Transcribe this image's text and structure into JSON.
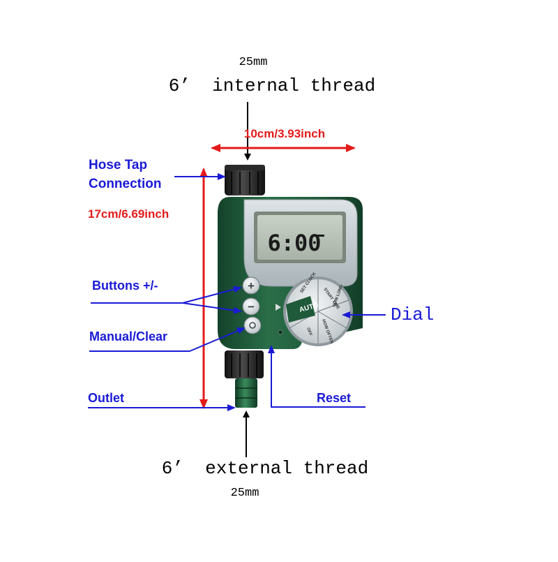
{
  "top_thread": {
    "size": "25mm",
    "label": "6’  internal thread"
  },
  "bottom_thread": {
    "label": "6’  external thread",
    "size": "25mm"
  },
  "width_dim": "10cm/3.93inch",
  "height_dim": "17cm/6.69inch",
  "callouts": {
    "hose_tap_line1": "Hose Tap",
    "hose_tap_line2": "Connection",
    "buttons": "Buttons +/-",
    "manual_clear": "Manual/Clear",
    "outlet": "Outlet",
    "reset": "Reset",
    "dial": "Dial"
  },
  "device": {
    "display_time": "6:00",
    "plus_symbol": "+",
    "minus_symbol": "−",
    "dial_brand": "AUTO",
    "dial_segments": [
      "SET CLOCK",
      "START TIME",
      "HOW LONG",
      "HOW OFTEN",
      "OFF"
    ]
  },
  "colors": {
    "label_blue": "#1a1ad6",
    "dimension_red": "#e31b1b",
    "body_green": "#1f5a3a",
    "panel_grey": "#c9d0d4",
    "lcd": "#b8c2b8"
  }
}
